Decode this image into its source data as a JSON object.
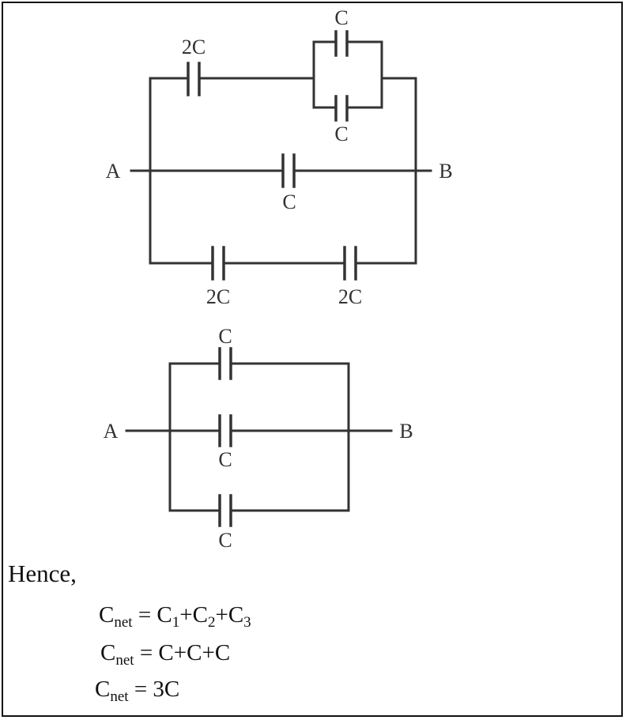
{
  "circuit1": {
    "label_a": "A",
    "label_b": "B",
    "top_series_cap": "2C",
    "parallel_top_cap": "C",
    "parallel_bottom_cap": "C",
    "middle_cap": "C",
    "bottom_left_cap": "2C",
    "bottom_right_cap": "2C"
  },
  "circuit2": {
    "label_a": "A",
    "label_b": "B",
    "top_cap": "C",
    "middle_cap": "C",
    "bottom_cap": "C"
  },
  "solution": {
    "intro": "Hence,",
    "eq1": {
      "lhs": "C",
      "lhs_sub": "net",
      "rhs_parts": [
        "= C",
        "1",
        "+C",
        "2",
        "+C",
        "3"
      ]
    },
    "eq2": {
      "lhs": "C",
      "lhs_sub": "net",
      "rhs": "= C+C+C"
    },
    "eq3": {
      "lhs": "C",
      "lhs_sub": "net",
      "rhs": "= 3C"
    }
  }
}
